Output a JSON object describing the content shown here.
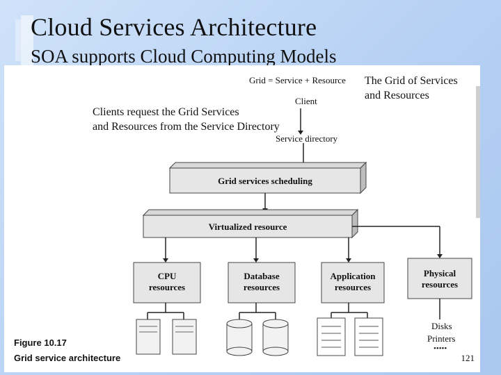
{
  "slide": {
    "title": "Cloud Services Architecture",
    "subtitle": "SOA supports Cloud Computing Models",
    "page_number": "121"
  },
  "callouts": {
    "grid_label": "The Grid of Services",
    "grid_label_2": "and Resources",
    "clients_line_1": "Clients request the Grid Services",
    "clients_line_2": "and Resources from the Service Directory"
  },
  "diagram": {
    "formula": "Grid = Service + Resource",
    "client": "Client",
    "service_directory": "Service directory",
    "scheduling": "Grid services scheduling",
    "virtualized": "Virtualized resource",
    "cpu_line_1": "CPU",
    "cpu_line_2": "resources",
    "db_line_1": "Database",
    "db_line_2": "resources",
    "app_line_1": "Application",
    "app_line_2": "resources",
    "phys_line_1": "Physical",
    "phys_line_2": "resources",
    "disks": "Disks",
    "printers": "Printers",
    "dots": "•••••"
  },
  "figure_caption": {
    "number": "Figure 10.17",
    "text": "Grid service architecture"
  }
}
